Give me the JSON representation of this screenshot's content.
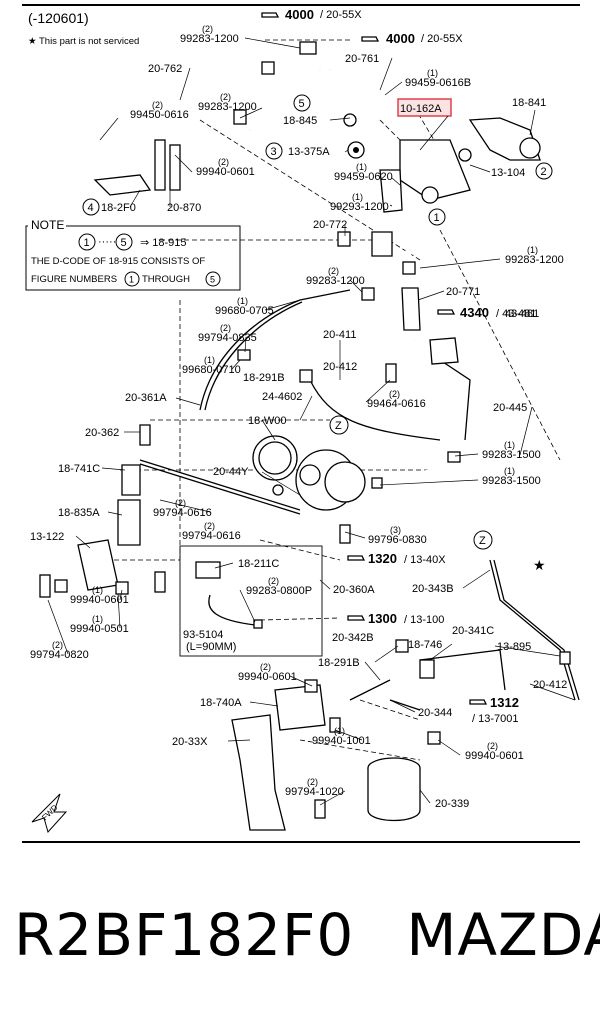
{
  "diagram": {
    "top_code": "(-120601)",
    "service_note": "★ This part is not serviced",
    "note": {
      "title": "NOTE",
      "line1_from": "1",
      "line1_to": "5",
      "line1_ref": "⇒ 18-915",
      "line2": "THE D-CODE OF  18-915  CONSISTS OF",
      "line3_a": "FIGURE NUMBERS",
      "line3_b": "THROUGH",
      "circ_a": "1",
      "circ_b": "5"
    },
    "fwd": "FWD",
    "refs": [
      {
        "text": "4000",
        "sub": "/ 20-55X"
      },
      {
        "text": "4000",
        "sub": "/ 20-55X"
      },
      {
        "text": "4340",
        "sub": "/ 43-481"
      },
      {
        "text": "1320",
        "sub": "/ 13-40X"
      },
      {
        "text": "1300",
        "sub": "/ 13-100"
      },
      {
        "text": "1312",
        "sub": "/ 13-7001"
      }
    ],
    "labels": [
      {
        "t": "99283-1200",
        "q": "(2)"
      },
      {
        "t": "20-762",
        "q": ""
      },
      {
        "t": "20-761",
        "q": ""
      },
      {
        "t": "99459-0616B",
        "q": "(1)"
      },
      {
        "t": "10-162A",
        "q": ""
      },
      {
        "t": "18-841",
        "q": ""
      },
      {
        "t": "99450-0616",
        "q": "(2)"
      },
      {
        "t": "99283-1200",
        "q": "(2)"
      },
      {
        "t": "18-845",
        "q": ""
      },
      {
        "t": "13-375A",
        "q": ""
      },
      {
        "t": "99459-0620",
        "q": "(1)"
      },
      {
        "t": "13-104",
        "q": ""
      },
      {
        "t": "99940-0601",
        "q": "(2)"
      },
      {
        "t": "18-2F0",
        "q": ""
      },
      {
        "t": "20-870",
        "q": ""
      },
      {
        "t": "99293-1200",
        "q": "(1)"
      },
      {
        "t": "20-772",
        "q": ""
      },
      {
        "t": "99283-1200",
        "q": "(1)"
      },
      {
        "t": "99283-1200",
        "q": "(2)"
      },
      {
        "t": "20-771",
        "q": ""
      },
      {
        "t": "99680-0705",
        "q": "(1)"
      },
      {
        "t": "43-481",
        "q": ""
      },
      {
        "t": "99794-0835",
        "q": "(2)"
      },
      {
        "t": "20-411",
        "q": ""
      },
      {
        "t": "99680-0710",
        "q": "(1)"
      },
      {
        "t": "18-291B",
        "q": ""
      },
      {
        "t": "20-412",
        "q": ""
      },
      {
        "t": "20-361A",
        "q": ""
      },
      {
        "t": "24-4602",
        "q": ""
      },
      {
        "t": "99464-0616",
        "q": "(2)"
      },
      {
        "t": "20-445",
        "q": ""
      },
      {
        "t": "20-362",
        "q": ""
      },
      {
        "t": "18-W00",
        "q": ""
      },
      {
        "t": "99283-1500",
        "q": "(1)"
      },
      {
        "t": "18-741C",
        "q": ""
      },
      {
        "t": "20-44Y",
        "q": ""
      },
      {
        "t": "99283-1500",
        "q": "(1)"
      },
      {
        "t": "18-835A",
        "q": ""
      },
      {
        "t": "99794-0616",
        "q": "(2)"
      },
      {
        "t": "99796-0830",
        "q": "(3)"
      },
      {
        "t": "13-122",
        "q": ""
      },
      {
        "t": "99794-0616",
        "q": "(2)"
      },
      {
        "t": "18-211C",
        "q": ""
      },
      {
        "t": "99283-0800P",
        "q": "(2)"
      },
      {
        "t": "20-360A",
        "q": ""
      },
      {
        "t": "20-343B",
        "q": ""
      },
      {
        "t": "99940-0601",
        "q": "(1)"
      },
      {
        "t": "99940-0501",
        "q": "(1)"
      },
      {
        "t": "93-5104",
        "q": ""
      },
      {
        "t": "(L=90MM)",
        "q": ""
      },
      {
        "t": "20-342B",
        "q": ""
      },
      {
        "t": "18-746",
        "q": ""
      },
      {
        "t": "20-341C",
        "q": ""
      },
      {
        "t": "13-895",
        "q": ""
      },
      {
        "t": "99794-0820",
        "q": "(2)"
      },
      {
        "t": "18-291B",
        "q": ""
      },
      {
        "t": "99940-0601",
        "q": "(2)"
      },
      {
        "t": "20-412",
        "q": ""
      },
      {
        "t": "18-740A",
        "q": ""
      },
      {
        "t": "20-344",
        "q": ""
      },
      {
        "t": "99940-1001",
        "q": "(1)"
      },
      {
        "t": "20-33X",
        "q": ""
      },
      {
        "t": "99940-0601",
        "q": "(2)"
      },
      {
        "t": "99794-1020",
        "q": "(2)"
      },
      {
        "t": "20-339",
        "q": ""
      }
    ],
    "circles": [
      "1",
      "2",
      "3",
      "4",
      "5",
      "Z",
      "Z"
    ]
  },
  "caption": {
    "code": "R2BF182F0",
    "brand": "MAZDA"
  },
  "colors": {
    "highlight_border": "#e0404a",
    "highlight_fill": "#fbe3e3"
  }
}
